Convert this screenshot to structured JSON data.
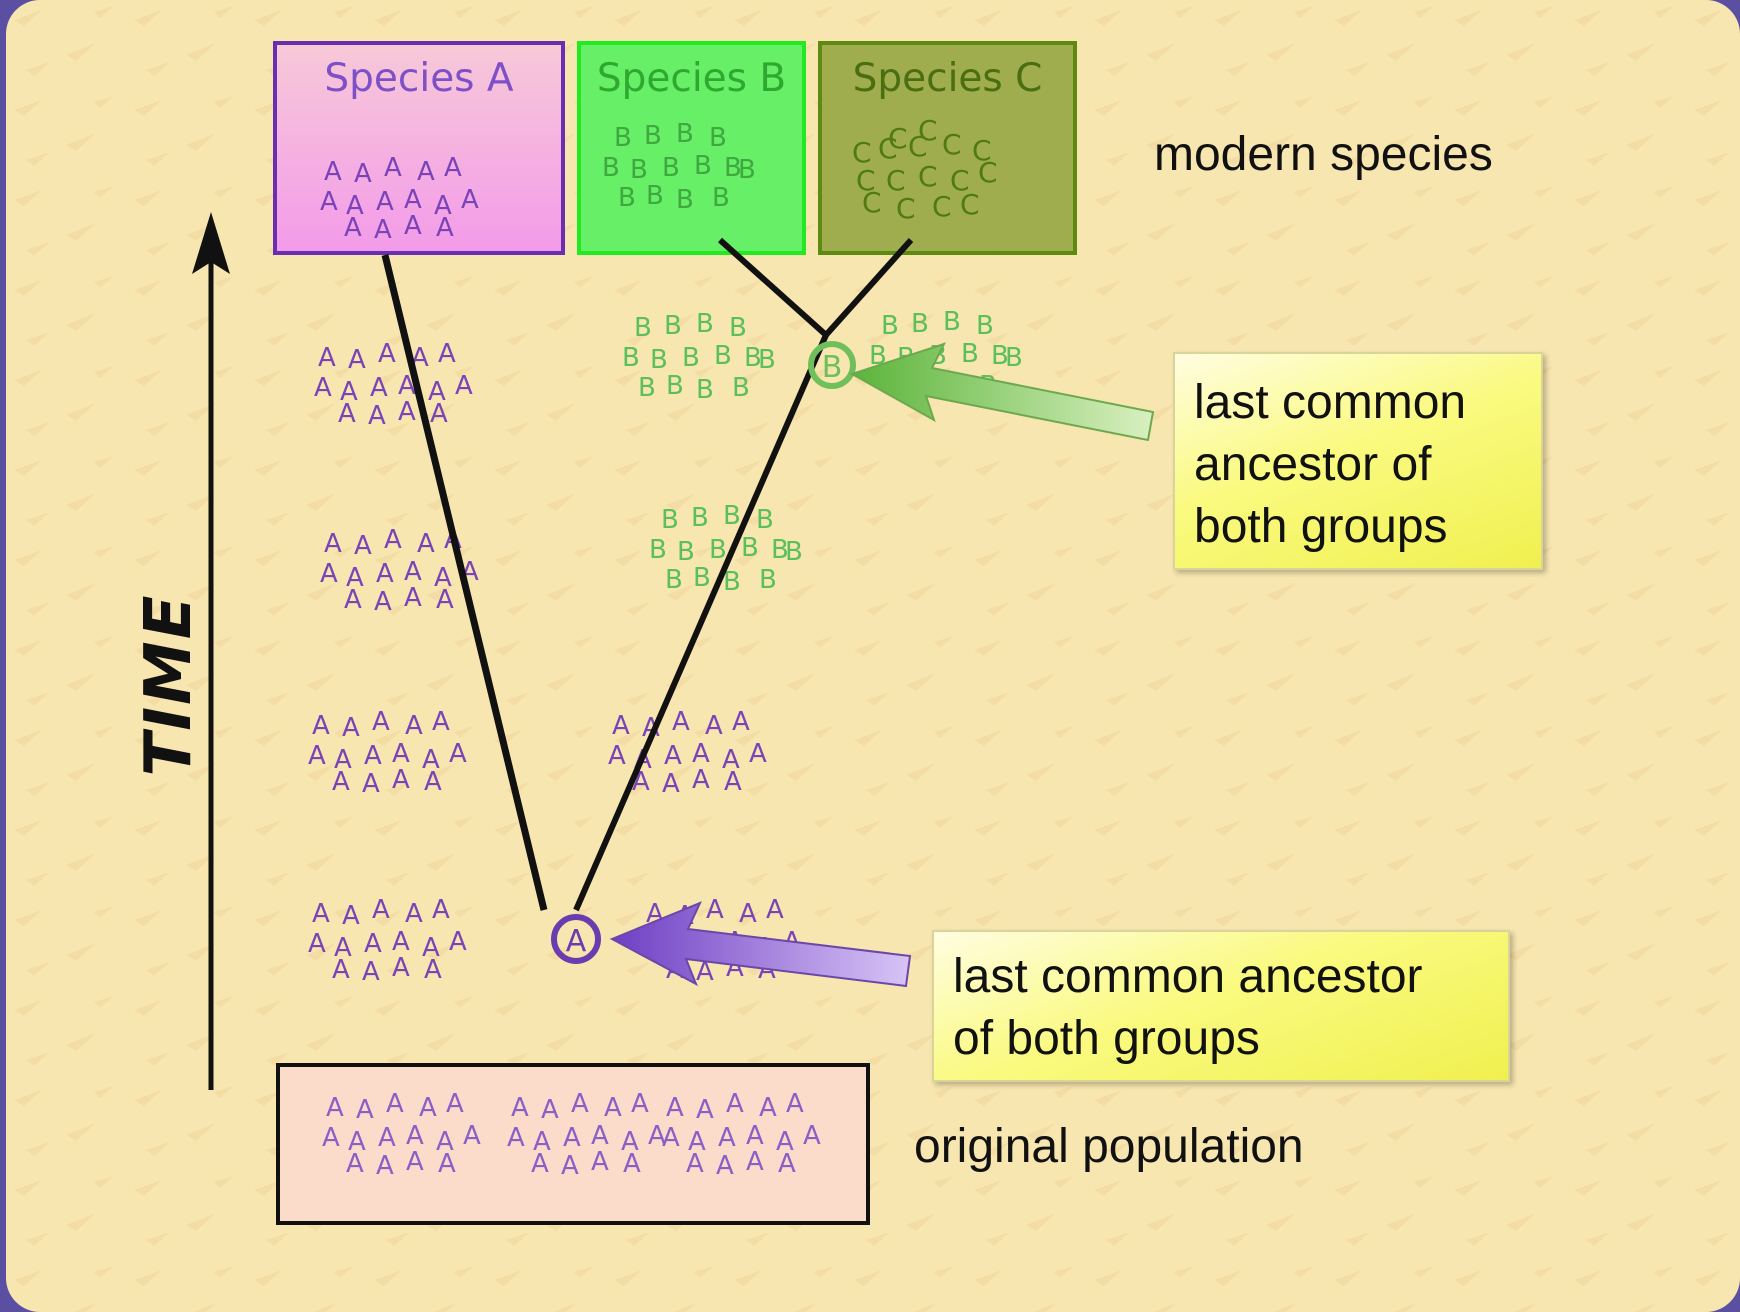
{
  "species": [
    {
      "id": "a",
      "title": "Species A"
    },
    {
      "id": "b",
      "title": "Species B"
    },
    {
      "id": "c",
      "title": "Species C"
    }
  ],
  "labels": {
    "modern_species": "modern species",
    "original_population": "original population",
    "time_axis": "TIME"
  },
  "callouts": {
    "top": [
      "last common",
      "ancestor of",
      "both groups"
    ],
    "bottom": [
      "last common ancestor",
      "of both groups"
    ]
  },
  "markers": {
    "ancestor_a": "A",
    "ancestor_b": "B",
    "glyph_a": "A",
    "glyph_b": "B",
    "glyph_c": "C"
  },
  "colors": {
    "background": "#f8e6b0",
    "glyph_a": "#7a44b8",
    "glyph_b": "#5bbf5b",
    "glyph_c": "#4f7a16",
    "arrow_purple": "#9a6ee0",
    "arrow_green": "#8fd46a",
    "callout_yellow": "#fafa80"
  }
}
